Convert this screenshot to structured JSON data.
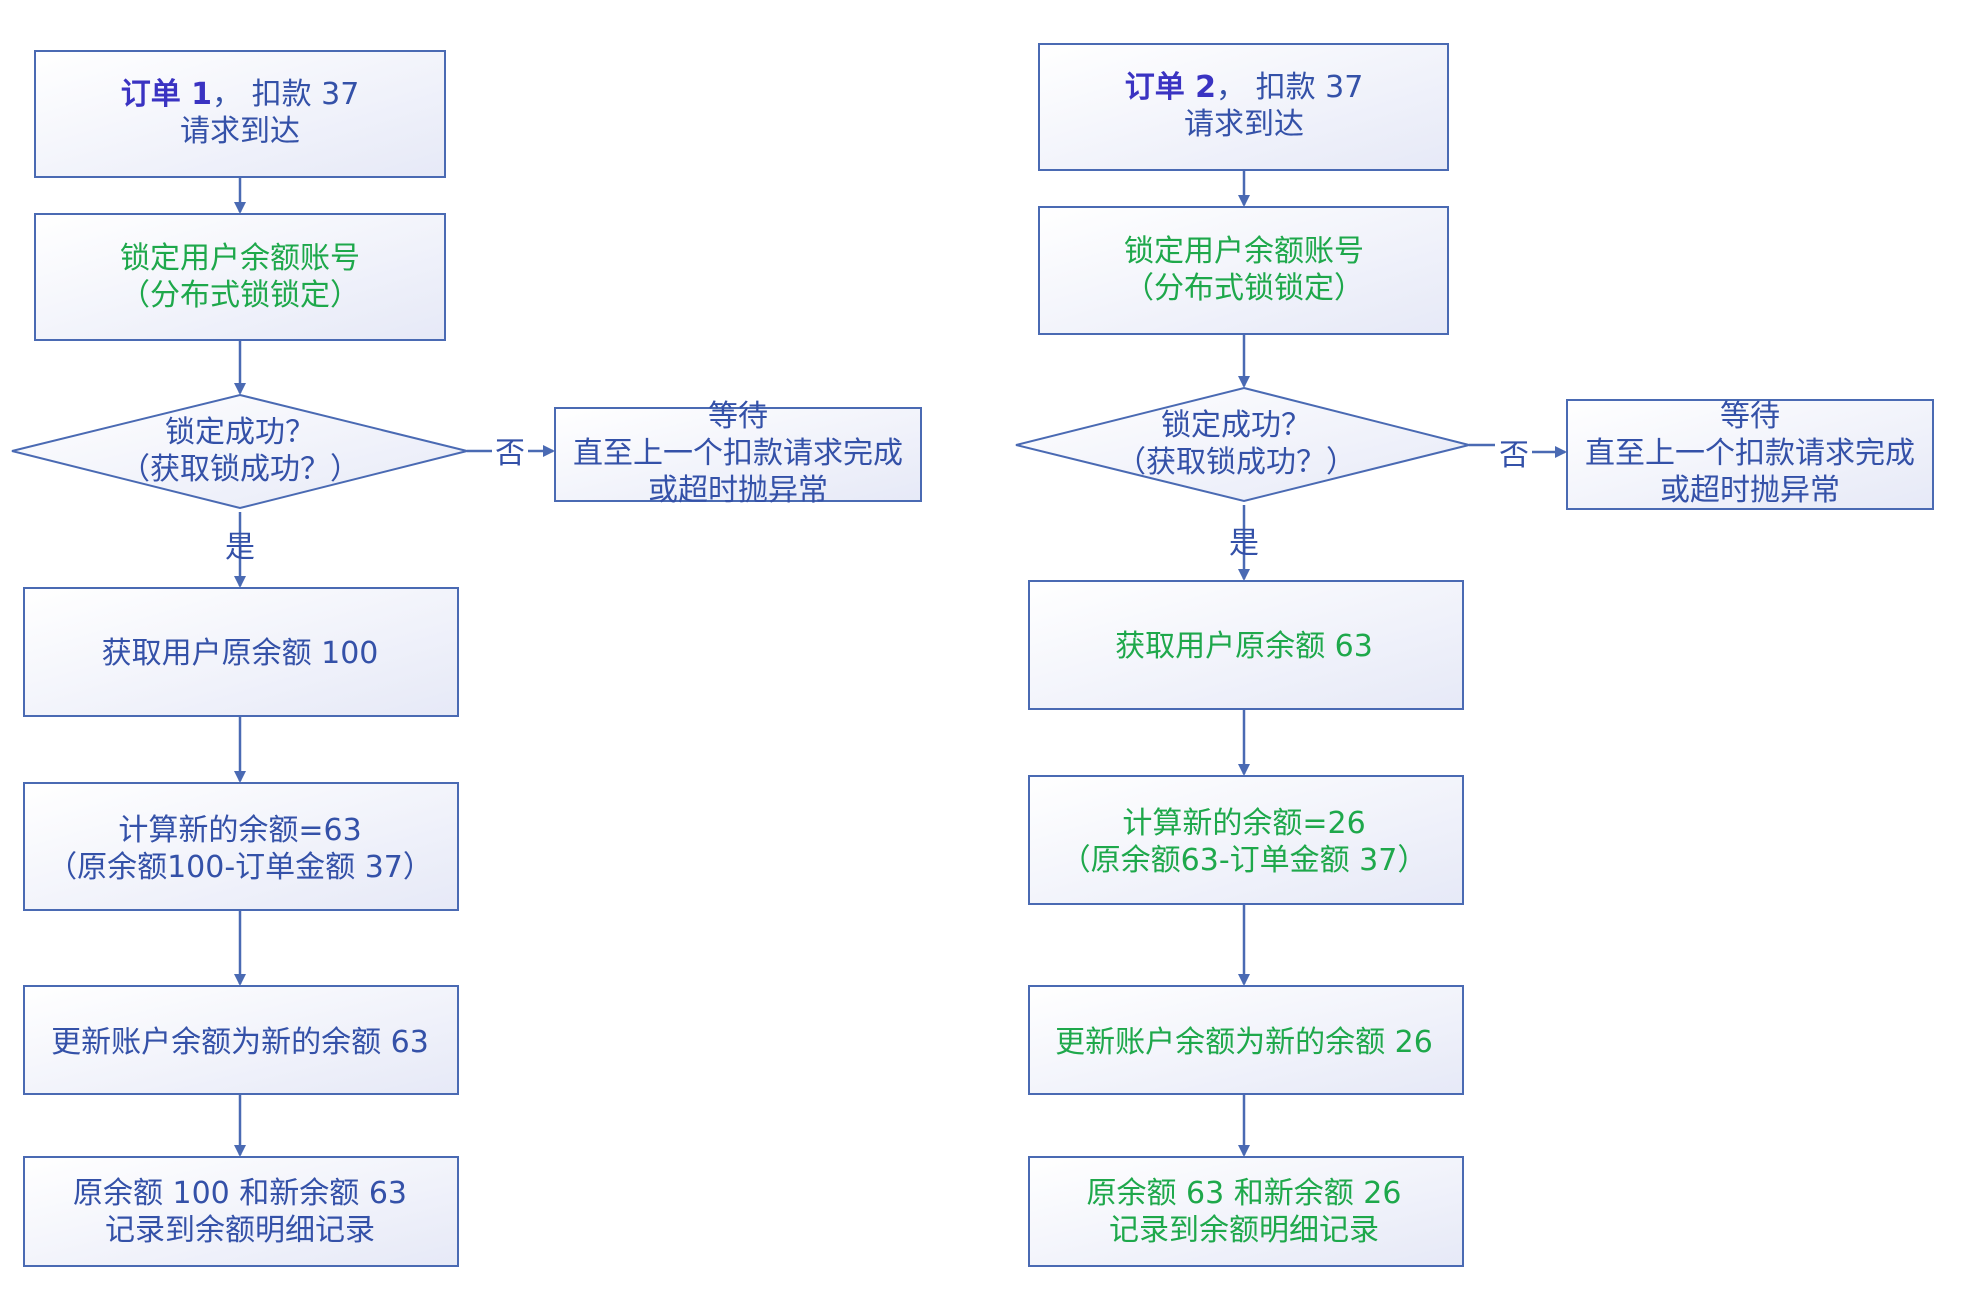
{
  "colors": {
    "blue_text": "#3451a8",
    "bold_blue": "#3a33c2",
    "green_text": "#1ea84b",
    "stroke": "#4a6ab3",
    "box_fill_top": "#ffffff",
    "box_fill_bottom": "#e8ebf8"
  },
  "left": {
    "order_title": "订单 1",
    "order_rest": "， 扣款 37",
    "request": "请求到达",
    "lock_line1": "锁定用户余额账号",
    "lock_line2": "（分布式锁锁定）",
    "decision_line1": "锁定成功？",
    "decision_line2": "（获取锁成功？）",
    "no_label": "否",
    "yes_label": "是",
    "wait_line1": "等待",
    "wait_line2": "直至上一个扣款请求完成",
    "wait_line3": "或超时抛异常",
    "get_balance": "获取用户原余额 100",
    "calc_line1": "计算新的余额=63",
    "calc_line2": "（原余额100-订单金额 37）",
    "update": "更新账户余额为新的余额 63",
    "record_line1": "原余额 100 和新余额 63",
    "record_line2": "记录到余额明细记录"
  },
  "right": {
    "order_title": "订单 2",
    "order_rest": "， 扣款 37",
    "request": "请求到达",
    "lock_line1": "锁定用户余额账号",
    "lock_line2": "（分布式锁锁定）",
    "decision_line1": "锁定成功？",
    "decision_line2": "（获取锁成功？）",
    "no_label": "否",
    "yes_label": "是",
    "wait_line1": "等待",
    "wait_line2": "直至上一个扣款请求完成",
    "wait_line3": "或超时抛异常",
    "get_balance": "获取用户原余额 63",
    "calc_line1": "计算新的余额=26",
    "calc_line2": "（原余额63-订单金额 37）",
    "update": "更新账户余额为新的余额 26",
    "record_line1": "原余额 63 和新余额 26",
    "record_line2": "记录到余额明细记录"
  }
}
